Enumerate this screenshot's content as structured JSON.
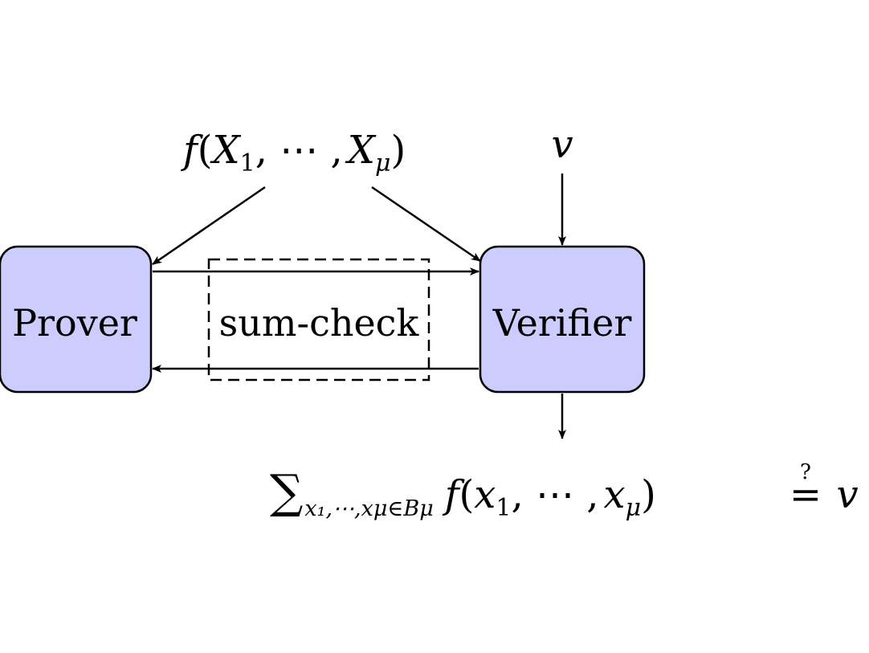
{
  "nodes": {
    "prover": {
      "label": "Prover",
      "fill": "#ccccff"
    },
    "verifier": {
      "label": "Verifier",
      "fill": "#ccccff"
    },
    "protocol": {
      "label": "sum-check"
    }
  },
  "inputs": {
    "polynomial": {
      "f": "f",
      "open": "(",
      "var": "X",
      "sub1": "1",
      "sep": ", ⋯ ,",
      "subMu": "μ",
      "close": ")"
    },
    "claimed_value": "v"
  },
  "output": {
    "sum_symbol": "∑",
    "sum_index": "x₁,⋯,xμ∈Bμ",
    "body_f": "f",
    "body_open": "(",
    "body_var": "x",
    "body_sub1": "1",
    "body_sep": ", ⋯ ,",
    "body_subMu": "μ",
    "body_close": ")",
    "question": "?",
    "equals": "=",
    "rhs": "v"
  }
}
